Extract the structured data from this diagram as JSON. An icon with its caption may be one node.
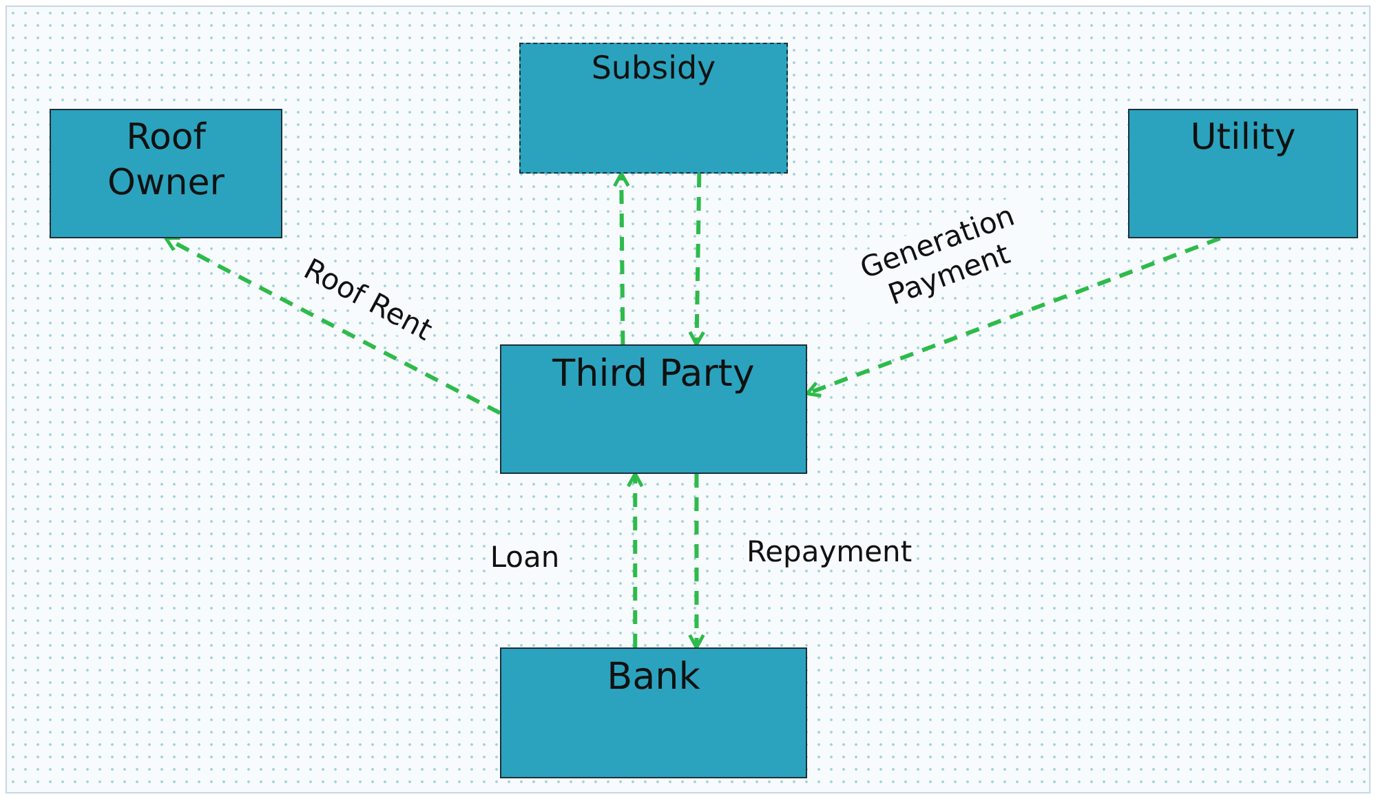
{
  "diagram": {
    "nodes": [
      {
        "text": [
          "Roof Owner"
        ]
      },
      {
        "text": [
          "Subsidy"
        ]
      },
      {
        "text": [
          "Utility"
        ]
      },
      {
        "text": [
          "Third Party"
        ]
      },
      {
        "text": [
          "Bank"
        ]
      }
    ],
    "edges": [
      {
        "from": 3,
        "to": 0,
        "arrow": "to",
        "label": "Roof Rent"
      },
      {
        "from": 3,
        "to": 1,
        "arrow": "to"
      },
      {
        "from": 1,
        "to": 3,
        "arrow": "to"
      },
      {
        "from": 2,
        "to": 3,
        "arrow": "to",
        "label": "Generation Payment"
      },
      {
        "from": 4,
        "to": 3,
        "arrow": "to",
        "label": "Loan"
      },
      {
        "from": 3,
        "to": 4,
        "arrow": "to",
        "label": "Repayment"
      }
    ]
  }
}
